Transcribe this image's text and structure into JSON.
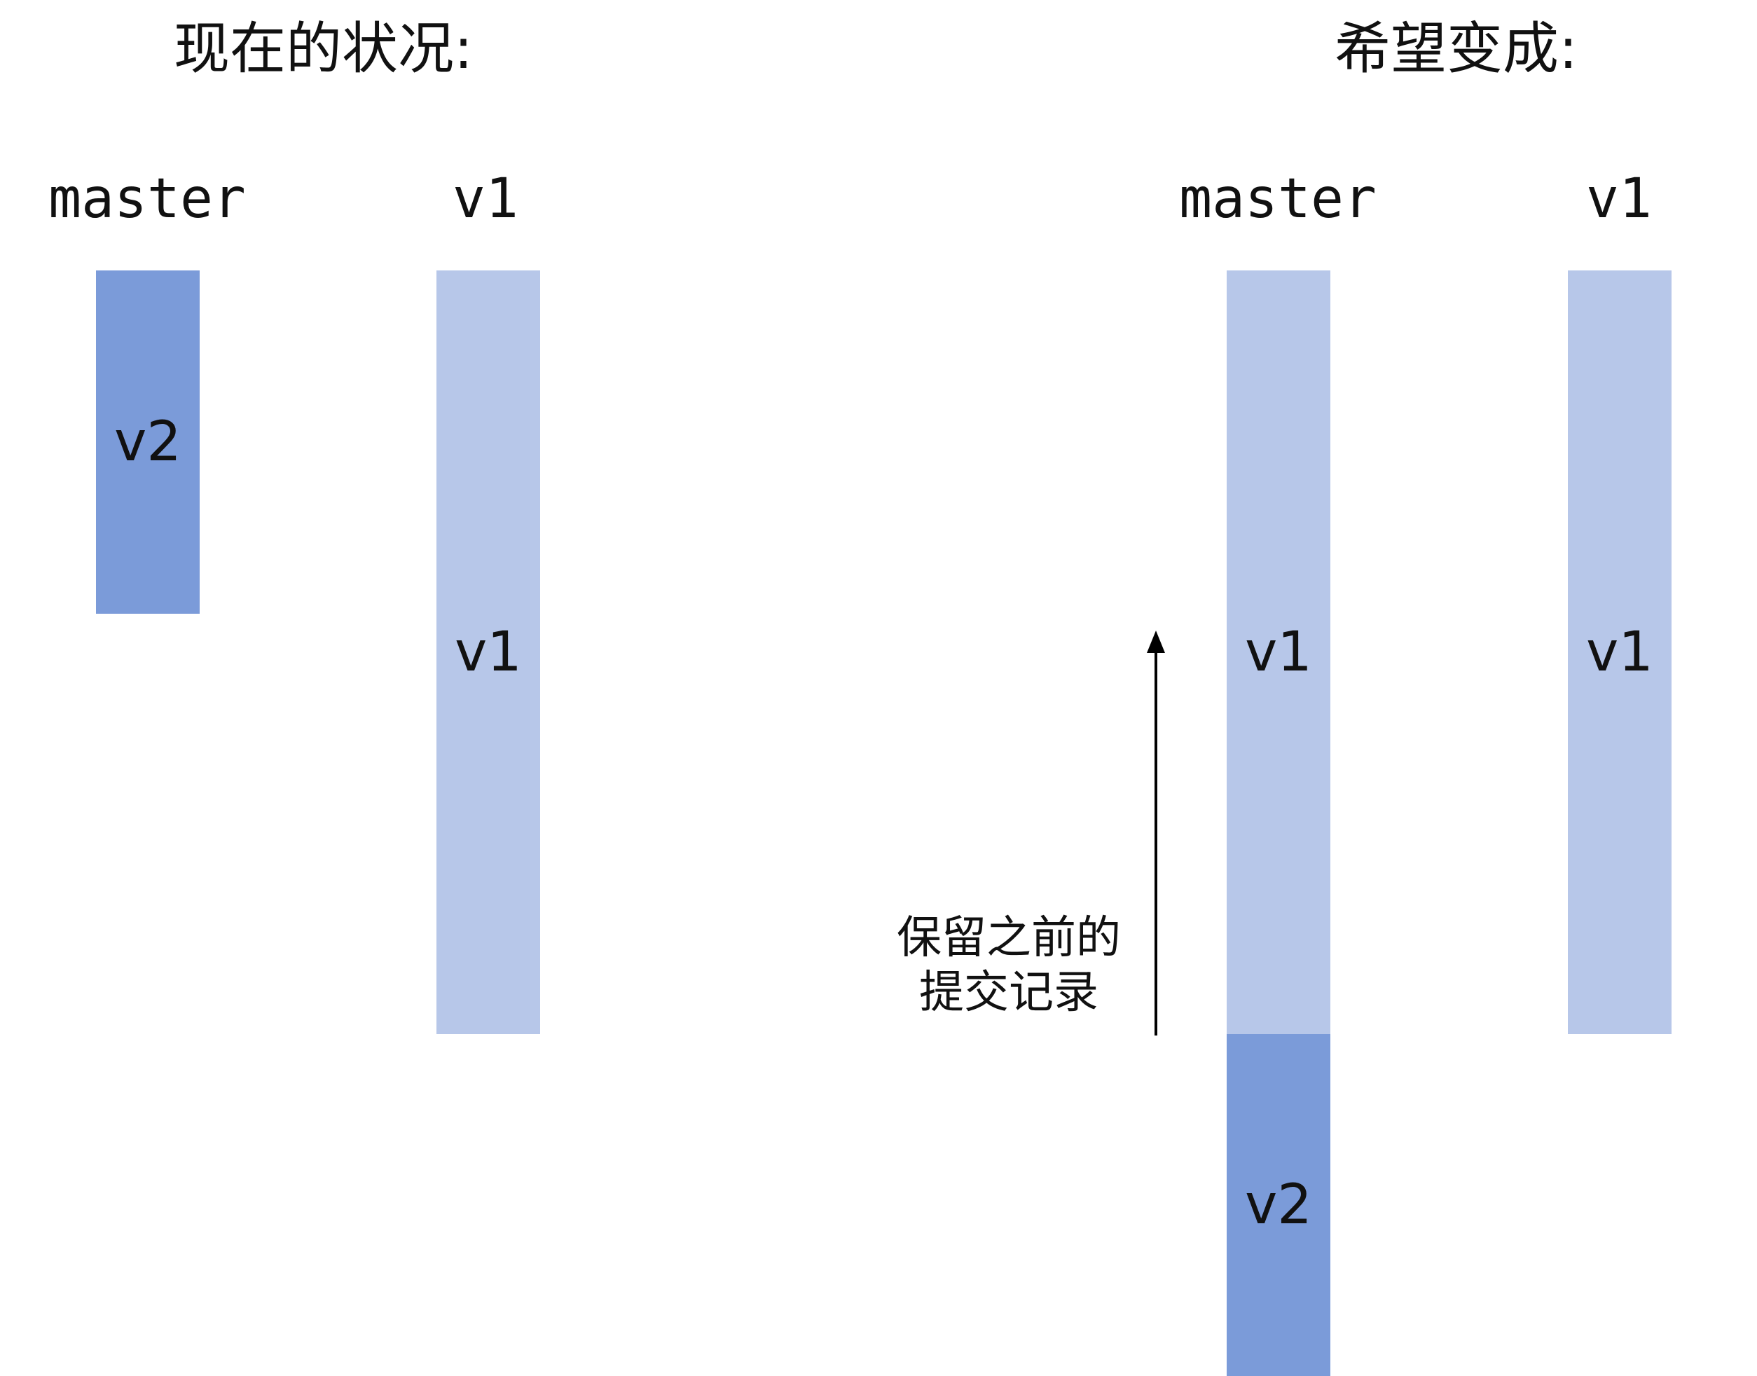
{
  "left_panel": {
    "title": "现在的状况:",
    "branches": [
      {
        "name": "master",
        "commits": [
          "v2"
        ]
      },
      {
        "name": "v1",
        "commits": [
          "v1"
        ]
      }
    ]
  },
  "right_panel": {
    "title": "希望变成:",
    "branches": [
      {
        "name": "master",
        "commits": [
          "v1",
          "v2"
        ]
      },
      {
        "name": "v1",
        "commits": [
          "v1"
        ]
      }
    ],
    "annotation": {
      "line1": "保留之前的",
      "line2": "提交记录"
    }
  },
  "colors": {
    "v2_block": "#7b9bd9",
    "v1_block": "#b7c7e9",
    "text": "#111111",
    "arrow": "#000000",
    "background": "#ffffff"
  }
}
